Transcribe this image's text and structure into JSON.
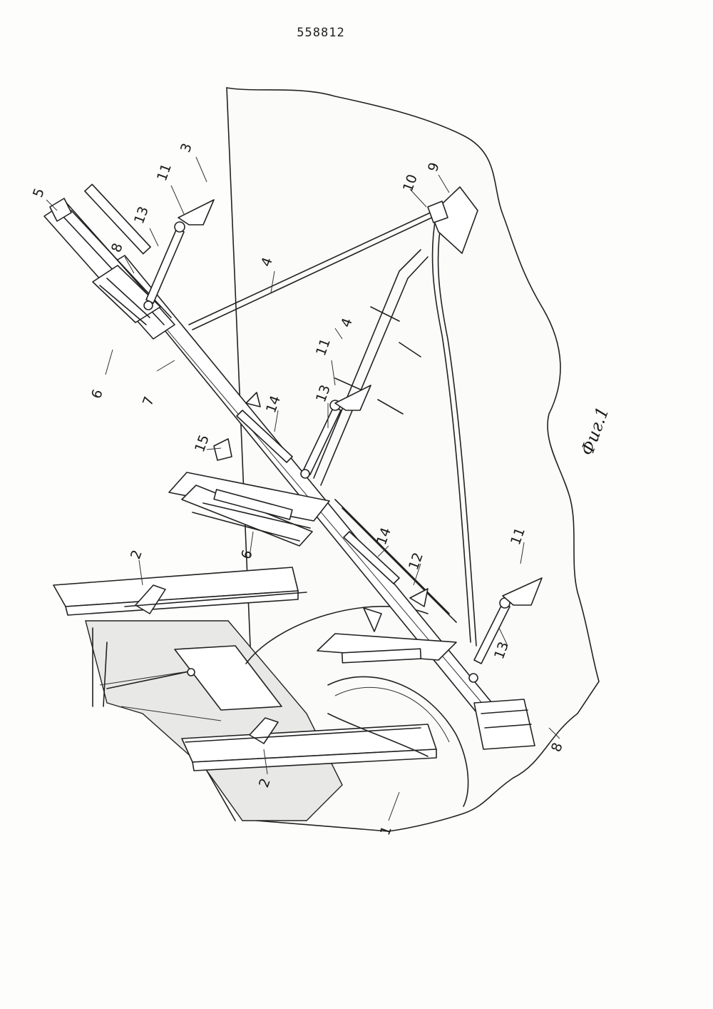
{
  "header": {
    "patent_number": "558812"
  },
  "figure": {
    "caption": "Фиг.1"
  },
  "labels": {
    "l1": "1",
    "l2a": "2",
    "l2b": "2",
    "l3": "3",
    "l4a": "4",
    "l4b": "4",
    "l5": "5",
    "l6a": "6",
    "l6b": "6",
    "l7": "7",
    "l8a": "8",
    "l8b": "8",
    "l9": "9",
    "l10": "10",
    "l11a": "11",
    "l11b": "11",
    "l11c": "11",
    "l12": "12",
    "l13a": "13",
    "l13b": "13",
    "l13c": "13",
    "l14a": "14",
    "l14b": "14",
    "l15": "15"
  }
}
